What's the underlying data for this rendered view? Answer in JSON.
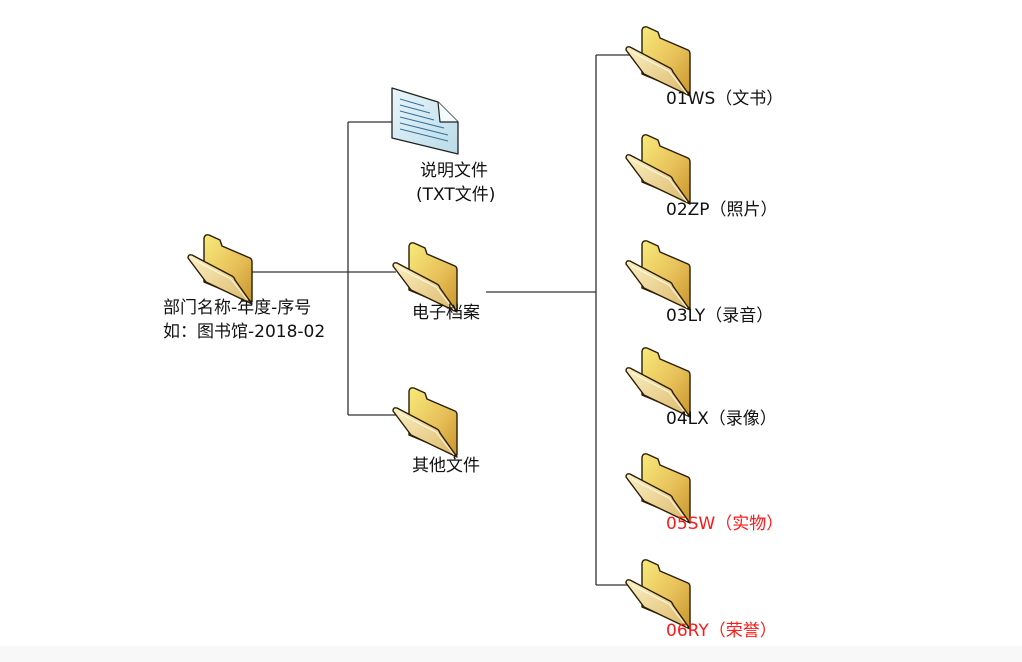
{
  "diagram": {
    "root": {
      "line1": "部门名称-年度-序号",
      "line2": "如：图书馆-2018-02",
      "icon": "folder-icon"
    },
    "children": [
      {
        "id": "readme",
        "line1": "说明文件",
        "line2": "(TXT文件)",
        "icon": "text-document-icon"
      },
      {
        "id": "electronic",
        "label": "电子档案",
        "icon": "folder-icon"
      },
      {
        "id": "other",
        "label": "其他文件",
        "icon": "folder-icon"
      }
    ],
    "subfolders": [
      {
        "label": "01WS（文书）",
        "color": "#111111",
        "icon": "folder-icon"
      },
      {
        "label": "02ZP（照片）",
        "color": "#111111",
        "icon": "folder-icon"
      },
      {
        "label": "03LY（录音）",
        "color": "#111111",
        "icon": "folder-icon"
      },
      {
        "label": "04LX（录像）",
        "color": "#111111",
        "icon": "folder-icon"
      },
      {
        "label": "05SW（实物）",
        "color": "#ff1a1a",
        "icon": "folder-icon"
      },
      {
        "label": "06RY（荣誉）",
        "color": "#ff1a1a",
        "icon": "folder-icon"
      }
    ]
  }
}
